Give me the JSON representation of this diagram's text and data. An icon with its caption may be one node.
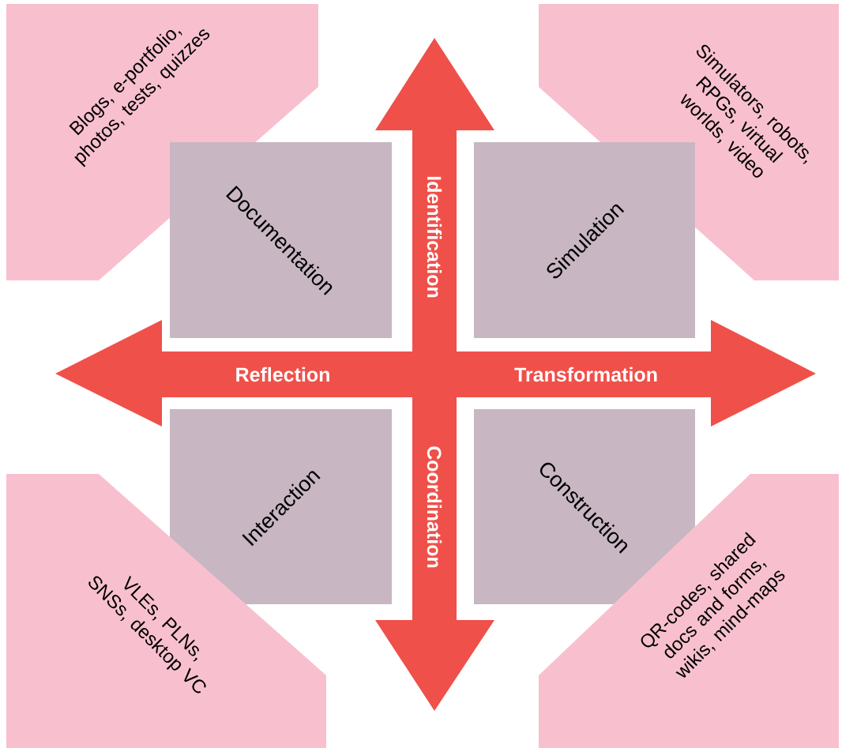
{
  "diagram": {
    "nodes": [
      {
        "text": [
          "Blogs, e-portfolio, photos, tests, quizzes"
        ]
      },
      {
        "text": [
          "Simulators, robots, RPGs, virtual worlds, video"
        ]
      },
      {
        "text": [
          "Documentation"
        ]
      },
      {
        "text": [
          "Simulation"
        ]
      },
      {
        "text": [
          "Interaction"
        ]
      },
      {
        "text": [
          "Construction"
        ]
      },
      {
        "text": [
          "VLEs, PLNs, SNSs, desktop VC"
        ]
      },
      {
        "text": [
          "QR-codes, shared docs and forms, wikis, mind-maps"
        ]
      }
    ],
    "labels": [
      "Identification",
      "Reflection",
      "Transformation",
      "Coordination"
    ]
  }
}
